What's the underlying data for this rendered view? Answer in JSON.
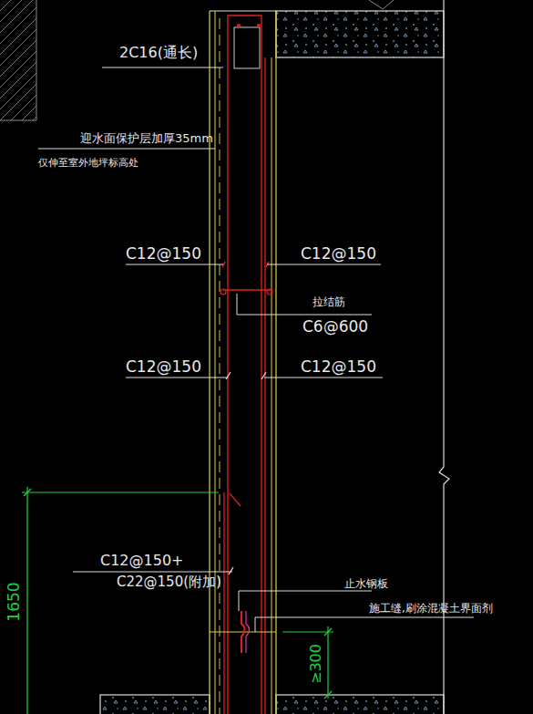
{
  "diagram": {
    "labels": [
      "2C16(通长)",
      "迎水面保护层加厚35mm",
      "仅伸至室外地坪标高处",
      "C12@150",
      "C12@150",
      "拉结筋",
      "C6@600",
      "C12@150",
      "C12@150",
      "C12@150+",
      "C22@150(附加)",
      "止水钢板",
      "施工缝,刷涂混凝土界面剂",
      "1650",
      "≥300"
    ]
  }
}
